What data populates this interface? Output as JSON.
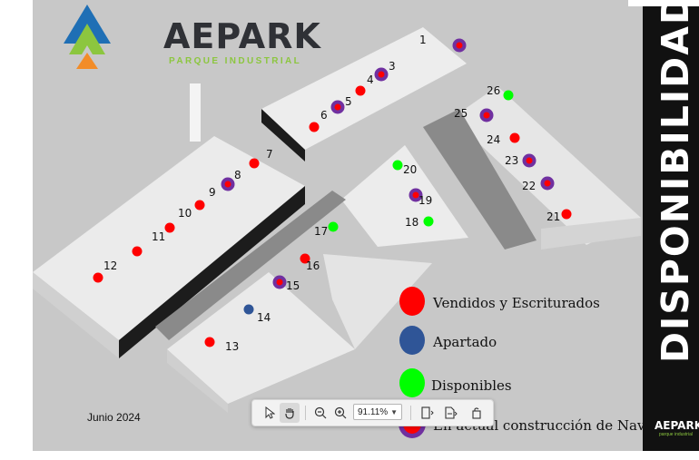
{
  "brand": {
    "name": "AEPARK",
    "tagline": "PARQUE INDUSTRIAL"
  },
  "side_title": "DISPONIBILIDAD",
  "side_logo": {
    "name": "AEPARK",
    "tagline": "parque industrial"
  },
  "date": "Junio  2024",
  "colors": {
    "sold": "#ff0000",
    "reserved": "#2f5597",
    "available": "#00ff00",
    "construction": "#7030a0",
    "slide_bg": "#c8c8c8",
    "sidebar": "#111111"
  },
  "lots": [
    {
      "n": "1",
      "status": "construction"
    },
    {
      "n": "3",
      "status": "construction"
    },
    {
      "n": "4",
      "status": "sold"
    },
    {
      "n": "5",
      "status": "construction"
    },
    {
      "n": "6",
      "status": "sold"
    },
    {
      "n": "7",
      "status": "sold"
    },
    {
      "n": "8",
      "status": "construction"
    },
    {
      "n": "9",
      "status": "sold"
    },
    {
      "n": "10",
      "status": "sold"
    },
    {
      "n": "11",
      "status": "sold"
    },
    {
      "n": "12",
      "status": "sold"
    },
    {
      "n": "13",
      "status": "sold"
    },
    {
      "n": "14",
      "status": "reserved"
    },
    {
      "n": "15",
      "status": "construction"
    },
    {
      "n": "16",
      "status": "sold"
    },
    {
      "n": "17",
      "status": "available"
    },
    {
      "n": "18",
      "status": "available"
    },
    {
      "n": "19",
      "status": "construction"
    },
    {
      "n": "20",
      "status": "available"
    },
    {
      "n": "21",
      "status": "sold"
    },
    {
      "n": "22",
      "status": "construction"
    },
    {
      "n": "23",
      "status": "construction"
    },
    {
      "n": "24",
      "status": "sold"
    },
    {
      "n": "25",
      "status": "construction"
    },
    {
      "n": "26",
      "status": "available"
    }
  ],
  "legend": [
    {
      "label": "Vendidos y Escriturados",
      "status": "sold"
    },
    {
      "label": "Apartado",
      "status": "reserved"
    },
    {
      "label": "Disponibles",
      "status": "available"
    },
    {
      "label": "En actual construcción de Nave",
      "status": "construction"
    }
  ],
  "toolbar": {
    "select_tool": "cursor-icon",
    "hand_tool": "hand-icon",
    "zoom_out": "zoom-out-icon",
    "zoom_in": "zoom-in-icon",
    "zoom_value": "91.11%",
    "fit_page": "fit-page-icon",
    "page_view": "page-view-icon",
    "rotate": "rotate-icon"
  }
}
